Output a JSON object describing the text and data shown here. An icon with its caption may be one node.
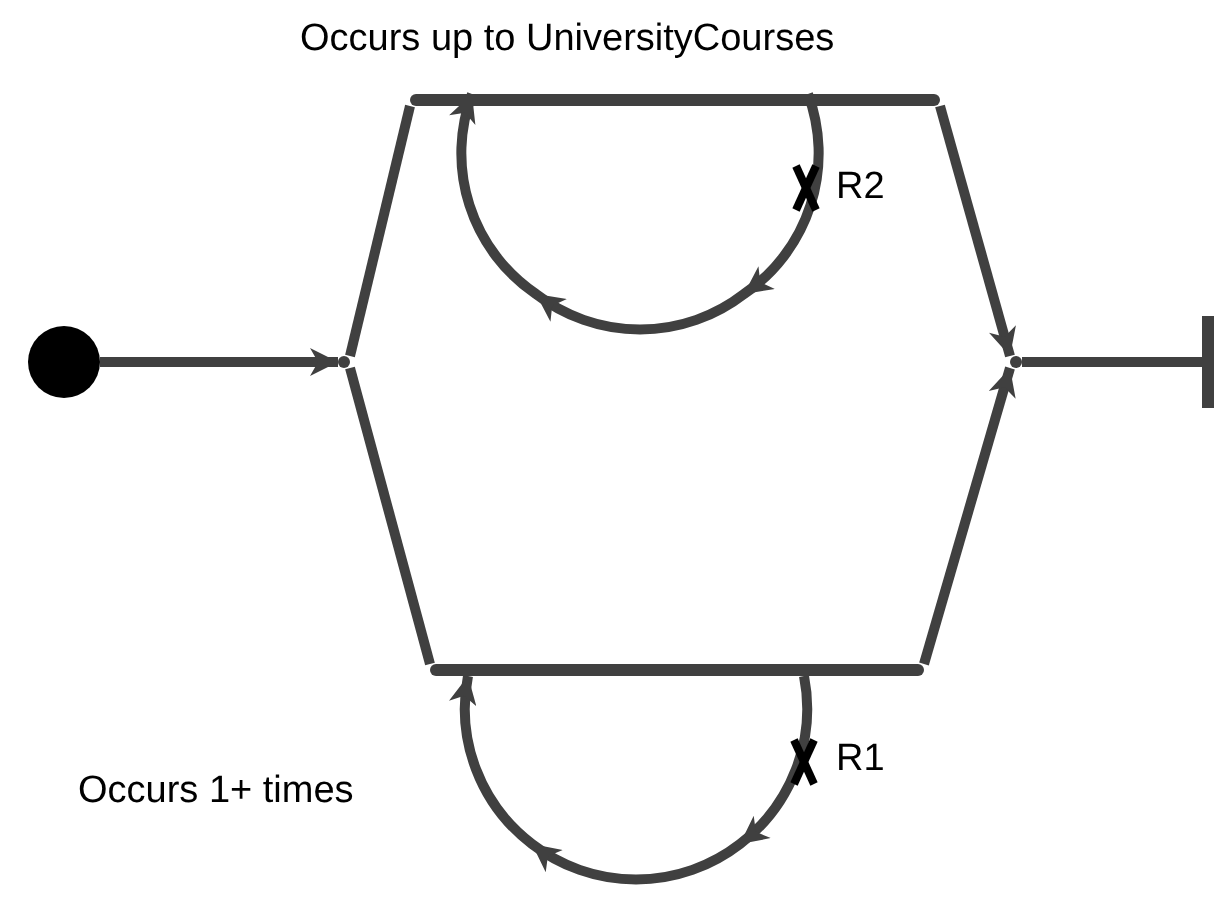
{
  "diagram": {
    "nodes": [
      {
        "text": [],
        "shape": "circle"
      },
      {
        "text": [],
        "shape": "point"
      },
      {
        "text": [],
        "shape": "bar"
      },
      {
        "text": [],
        "shape": "bar"
      },
      {
        "text": [],
        "shape": "point"
      },
      {
        "text": [],
        "shape": "bar"
      }
    ],
    "edges": [
      {
        "from": 0,
        "to": 1,
        "arrow": "to"
      },
      {
        "from": 1,
        "to": 2,
        "arrow": "none"
      },
      {
        "from": 1,
        "to": 3,
        "arrow": "none"
      },
      {
        "from": 2,
        "to": 4,
        "arrow": "to"
      },
      {
        "from": 3,
        "to": 4,
        "arrow": "to"
      },
      {
        "from": 4,
        "to": 5,
        "arrow": "none"
      },
      {
        "from": 2,
        "to": 2,
        "arrow": "to"
      },
      {
        "from": 3,
        "to": 3,
        "arrow": "to"
      }
    ],
    "labels": [
      "Occurs up to UniversityCourses",
      "R2",
      "Occurs 1+ times",
      "R1"
    ]
  }
}
